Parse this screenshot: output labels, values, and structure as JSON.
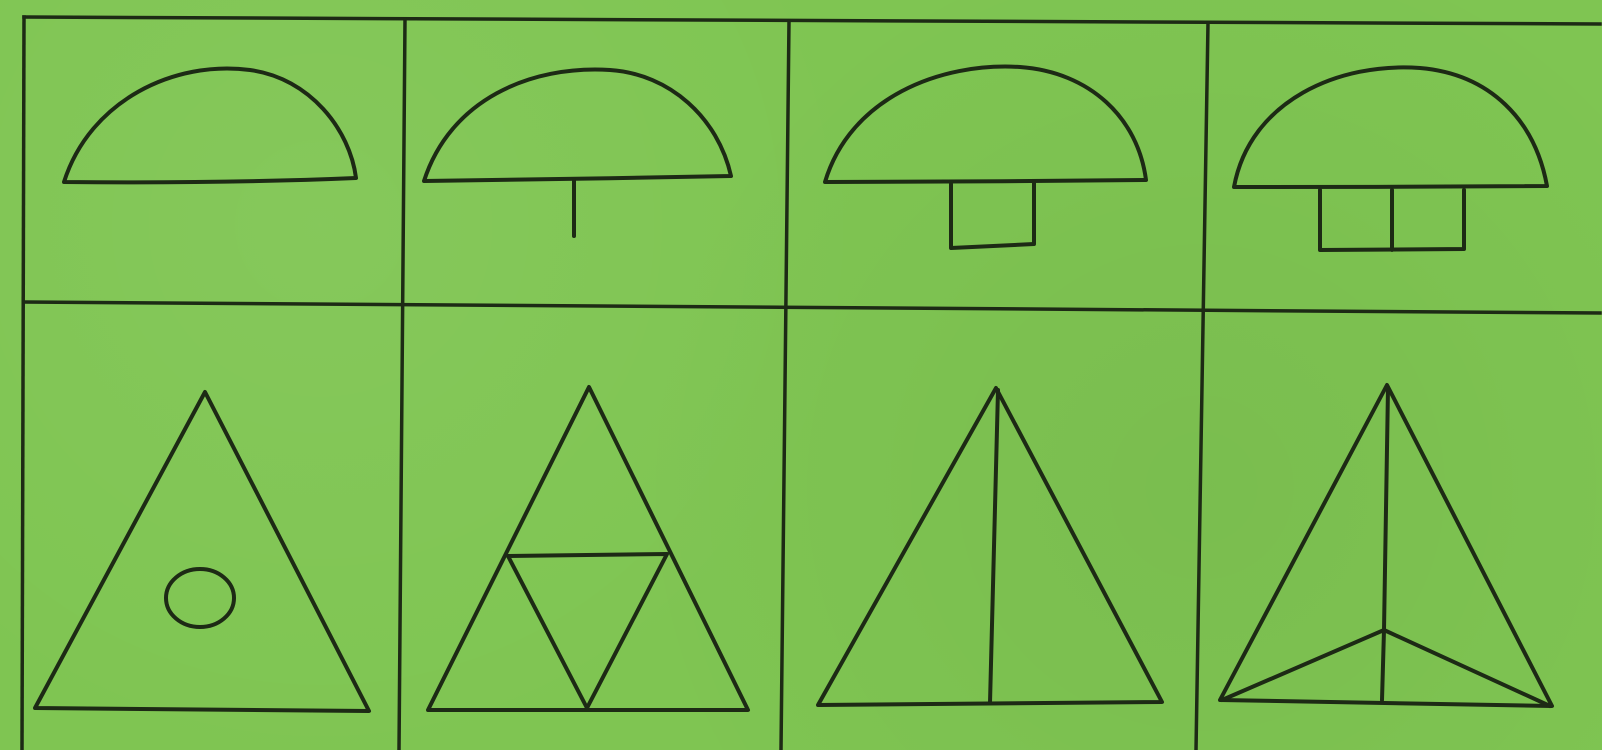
{
  "colors": {
    "background": "#7fc552",
    "ink": "#1d2a15"
  },
  "grid": {
    "rows": 2,
    "columns": 4
  },
  "rows": [
    {
      "name": "mushroom-row",
      "shapes": [
        {
          "icon": "dome-icon",
          "stem": "none"
        },
        {
          "icon": "dome-with-line-stem-icon",
          "stem": "line"
        },
        {
          "icon": "dome-with-square-stem-icon",
          "stem": "square"
        },
        {
          "icon": "dome-with-double-square-stem-icon",
          "stem": "double-square"
        }
      ]
    },
    {
      "name": "triangle-row",
      "shapes": [
        {
          "icon": "triangle-with-circle-icon",
          "inner": "circle"
        },
        {
          "icon": "triangle-with-inscribed-triangle-icon",
          "inner": "inscribed-triangle"
        },
        {
          "icon": "triangle-with-median-icon",
          "inner": "vertical-line"
        },
        {
          "icon": "triangle-with-three-segments-icon",
          "inner": "three-segments"
        }
      ]
    }
  ]
}
